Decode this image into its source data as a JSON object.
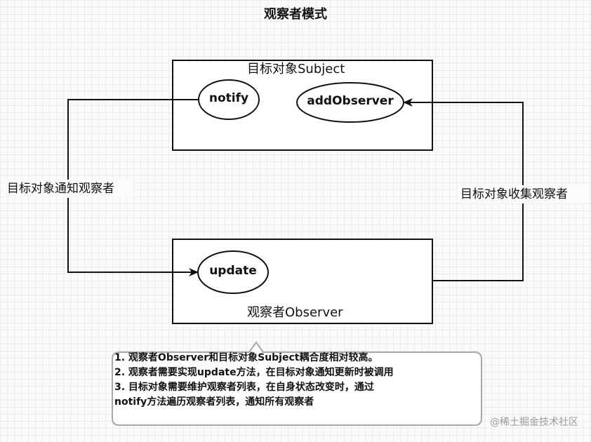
{
  "title": "观察者模式",
  "subject_box": {
    "label": "目标对象Subject",
    "notify": "notify",
    "add_observer": "addObserver"
  },
  "observer_box": {
    "label": "观察者Observer",
    "update": "update"
  },
  "edges": {
    "notify_label": "目标对象通知观察者",
    "collect_label": "目标对象收集观察者"
  },
  "note": {
    "lines": [
      "1. 观察者Observer和目标对象Subject耦合度相对较高。",
      "2. 观察者需要实现update方法，在目标对象通知更新时被调用",
      "3. 目标对象需要维护观察者列表，在自身状态改变时，通过",
      "notify方法遍历观察者列表，通知所有观察者"
    ]
  },
  "watermark": "@稀土掘金技术社区"
}
